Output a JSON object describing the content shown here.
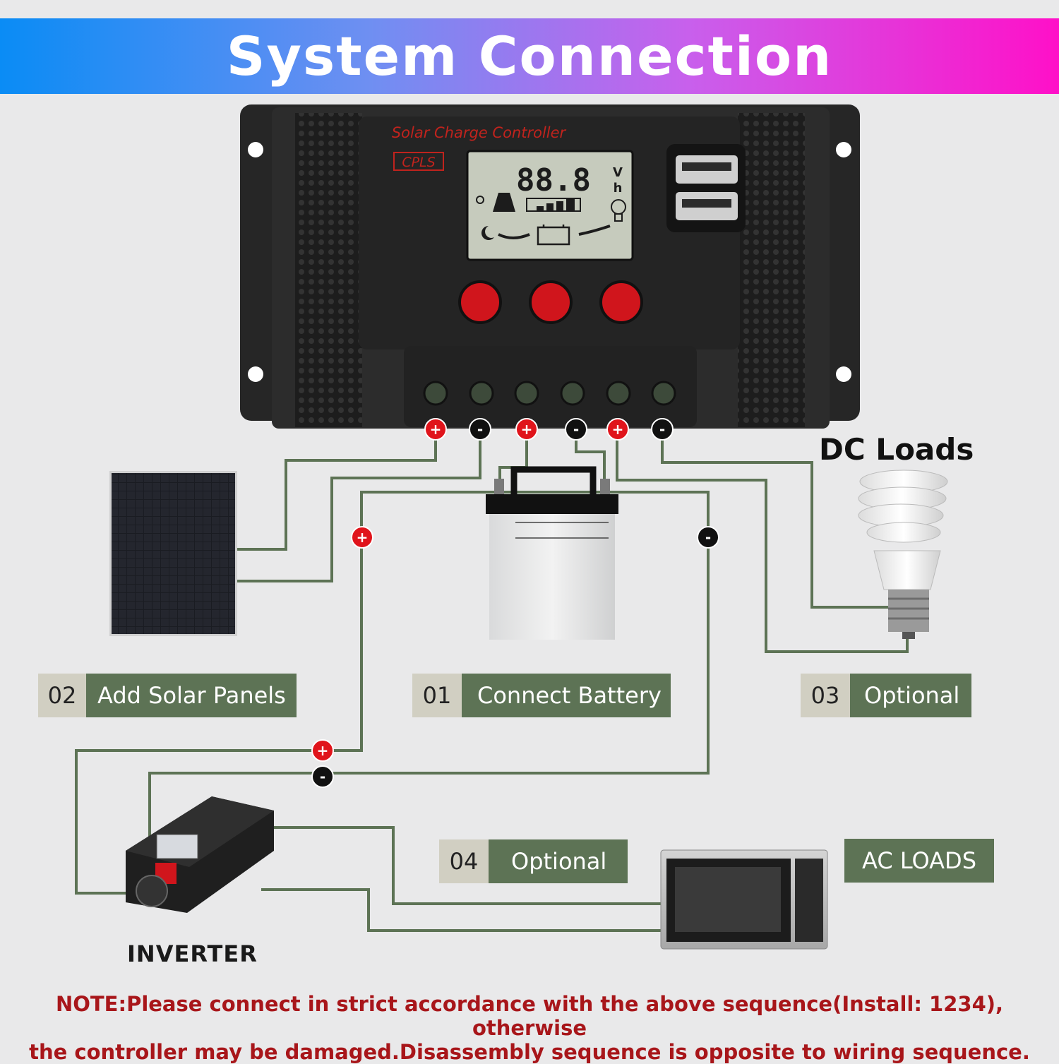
{
  "header": {
    "title": "System Connection"
  },
  "controller": {
    "brand_text": "Solar Charge Controller",
    "model_text": "CPLS",
    "lcd_digits": "88.8",
    "lcd_unit_v": "V",
    "lcd_unit_h": "h"
  },
  "labels": {
    "dc_loads": "DC Loads",
    "inverter": "INVERTER",
    "ac_loads": "AC LOADS"
  },
  "steps": [
    {
      "num": "02",
      "text": "Add Solar Panels"
    },
    {
      "num": "01",
      "text": "Connect Battery"
    },
    {
      "num": "03",
      "text": "Optional"
    },
    {
      "num": "04",
      "text": "Optional"
    }
  ],
  "note": {
    "line1": "NOTE:Please connect in strict accordance with the above sequence(Install: 1234), otherwise",
    "line2": "the controller may be damaged.Disassembly sequence is opposite to wiring sequence."
  },
  "colors": {
    "wire": "#5d7355",
    "positive": "#e0141b",
    "negative": "#111111",
    "note": "#a8161a"
  }
}
